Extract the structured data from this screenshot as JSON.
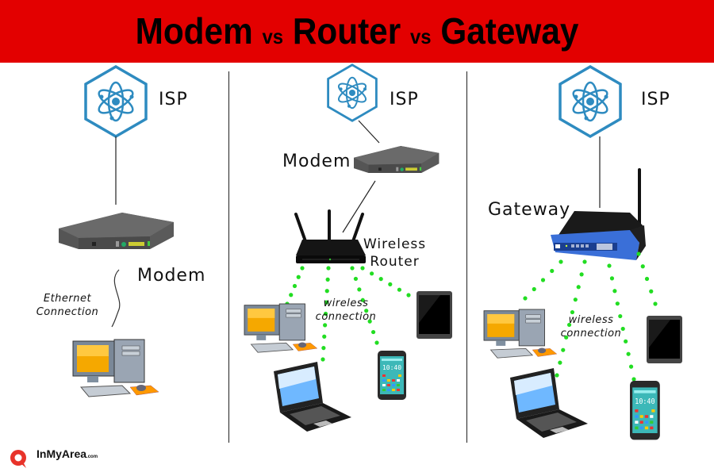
{
  "header": {
    "title_part1": "Modem",
    "vs1": "vs",
    "title_part2": "Router",
    "vs2": "vs",
    "title_part3": "Gateway",
    "background_color": "#e30000"
  },
  "panels": [
    {
      "name": "modem-only",
      "isp_label": "ISP",
      "device_label": "Modem",
      "connection_label_line1": "Ethernet",
      "connection_label_line2": "Connection",
      "clients": [
        "desktop-computer"
      ]
    },
    {
      "name": "modem-plus-router",
      "isp_label": "ISP",
      "modem_label": "Modem",
      "router_label_line1": "Wireless",
      "router_label_line2": "Router",
      "connection_label_line1": "wireless",
      "connection_label_line2": "connection",
      "clients": [
        "desktop-computer",
        "laptop",
        "smartphone",
        "tablet"
      ]
    },
    {
      "name": "gateway",
      "isp_label": "ISP",
      "device_label": "Gateway",
      "connection_label_line1": "wireless",
      "connection_label_line2": "connection",
      "clients": [
        "desktop-computer",
        "laptop",
        "smartphone",
        "tablet"
      ]
    }
  ],
  "phone_time": "10:40",
  "colors": {
    "isp_hex": "#2e8bc0",
    "wireless_dots": "#22dd22",
    "gateway_blue": "#3a6fd8"
  },
  "footer": {
    "brand": "InMyArea",
    "brand_suffix": ".com"
  }
}
